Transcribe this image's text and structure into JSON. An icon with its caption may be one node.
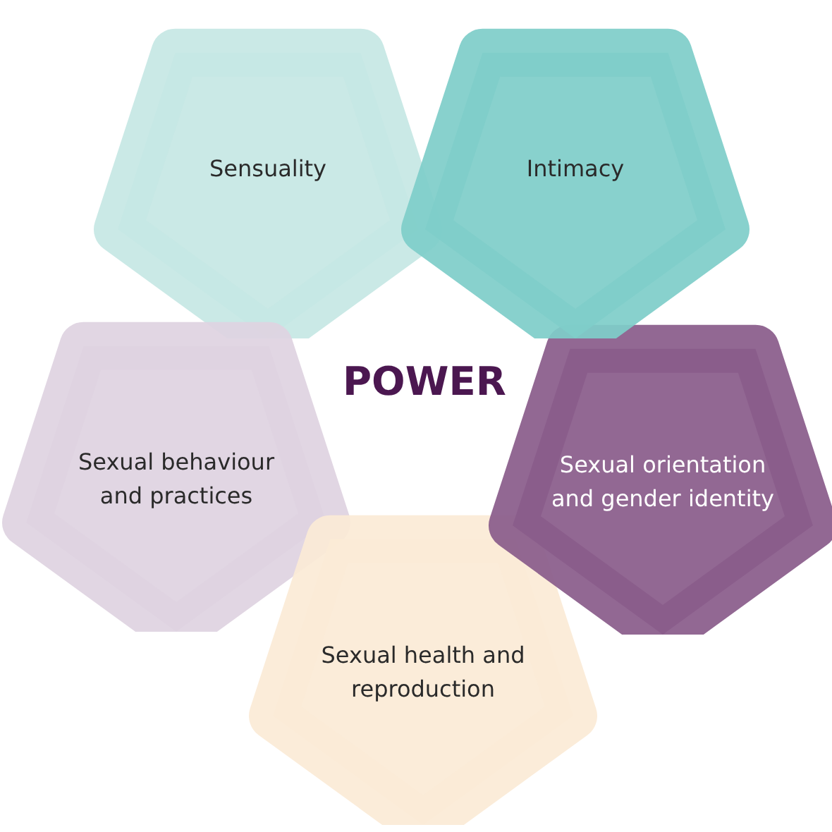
{
  "diagram": {
    "nodes": [
      {
        "text": [
          "Sensuality"
        ]
      },
      {
        "text": [
          "Intimacy"
        ]
      },
      {
        "text": [
          "Sexual behaviour and practices"
        ]
      },
      {
        "text": [
          "Sexual orientation and gender identity"
        ]
      },
      {
        "text": [
          "Sexual health and reproduction"
        ]
      }
    ],
    "labels": [
      "POWER"
    ]
  }
}
